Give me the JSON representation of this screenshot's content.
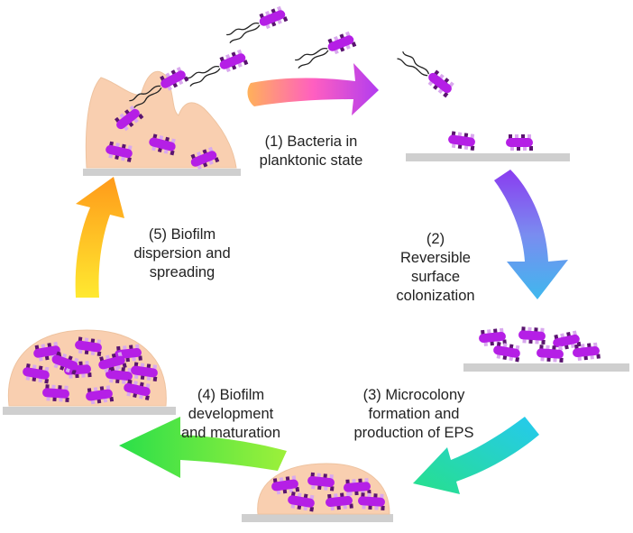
{
  "stages": [
    {
      "id": "stage-1",
      "lines": [
        "(1) Bacteria  in",
        "planktonic state"
      ]
    },
    {
      "id": "stage-2",
      "lines": [
        "(2)",
        "Reversible",
        "surface",
        "colonization"
      ]
    },
    {
      "id": "stage-3",
      "lines": [
        "(3) Microcolony",
        "formation and",
        "production of EPS"
      ]
    },
    {
      "id": "stage-4",
      "lines": [
        "(4) Biofilm",
        "development",
        "and maturation"
      ]
    },
    {
      "id": "stage-5",
      "lines": [
        "(5) Biofilm",
        "dispersion and",
        "spreading"
      ]
    }
  ],
  "colors": {
    "bacterium_body": "#b51fe6",
    "bacterium_dark": "#5a1470",
    "bacterium_light": "#d9a8ee",
    "flagella": "#222222",
    "biofilm_fill": "#f9cfb0",
    "biofilm_stroke": "#eec3a0",
    "surface": "#cfcfcf"
  }
}
